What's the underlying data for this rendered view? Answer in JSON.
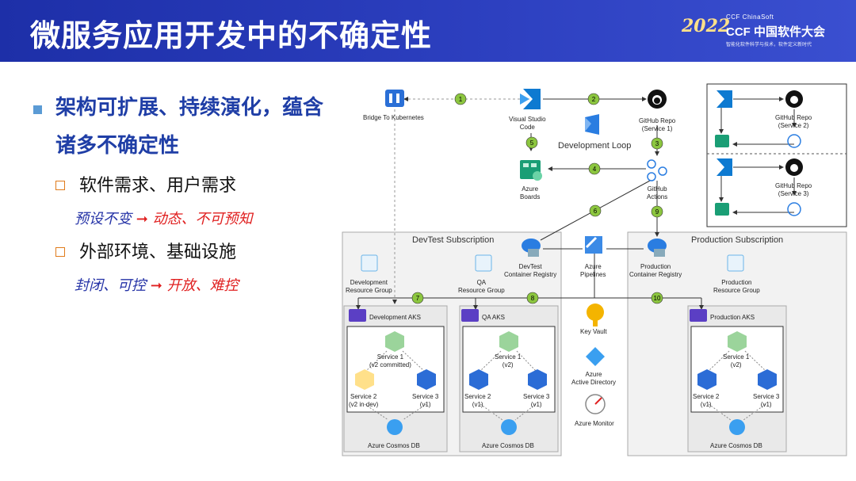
{
  "header": {
    "title": "微服务应用开发中的不确定性",
    "logo": {
      "year": "2022",
      "small": "CCF ChinaSoft",
      "main": "CCF 中国软件大会",
      "tagline": "智能化软件科学与技术，软件定义新时代"
    }
  },
  "content": {
    "bullet": "架构可扩展、持续演化，蕴含诸多不确定性",
    "items": [
      {
        "text": "软件需求、用户需求",
        "note_from": "预设不变",
        "note_arrow": "➞",
        "note_to": "动态、不可预知"
      },
      {
        "text": "外部环境、基础设施",
        "note_from": "封闭、可控",
        "note_arrow": "➞",
        "note_to": "开放、难控"
      }
    ]
  },
  "diagram": {
    "nodes": {
      "bridge": "Bridge To Kubernetes",
      "vscode": "Visual Studio\nCode",
      "github": "GitHub Repo\n(Service 1)",
      "dev_loop": "Development Loop",
      "boards": "Azure\nBoards",
      "actions": "GitHub\nActions",
      "devtest_sub": "DevTest Subscription",
      "prod_sub": "Production Subscription",
      "dev_registry": "DevTest\nContainer Registry",
      "pipelines": "Azure\nPipelines",
      "prod_registry": "Production\nContainer Registry",
      "dev_rg": "Development\nResource Group",
      "qa_rg": "QA\nResource Group",
      "prod_rg": "Production\nResource Group",
      "dev_aks": "Development AKS",
      "qa_aks": "QA AKS",
      "prod_aks": "Production AKS",
      "keyvault": "Key Vault",
      "aad": "Azure\nActive Directory",
      "monitor": "Azure Monitor",
      "cosmos": "Azure Cosmos DB",
      "dev_svc1": "Service 1\n(v2 committed)",
      "dev_svc2": "Service 2\n(v2 in dev)",
      "dev_svc3": "Service 3\n(v1)",
      "qa_svc1": "Service 1\n(v2)",
      "qa_svc2": "Service 2\n(v1)",
      "qa_svc3": "Service 3\n(v1)",
      "prod_svc1": "Service 1\n(v2)",
      "prod_svc2": "Service 2\n(v1)",
      "prod_svc3": "Service 3\n(v1)",
      "gh2": "GitHub Repo\n(Service 2)",
      "gh3": "GitHub Repo\n(Service 3)"
    },
    "steps": [
      "1",
      "2",
      "3",
      "4",
      "5",
      "6",
      "7",
      "8",
      "9",
      "10"
    ]
  },
  "colors": {
    "banner": "#1d2fa8",
    "bullet_text": "#1f3ea6",
    "note_red": "#e02020",
    "step_green": "#8cc63f",
    "azure_blue": "#0078d4"
  }
}
